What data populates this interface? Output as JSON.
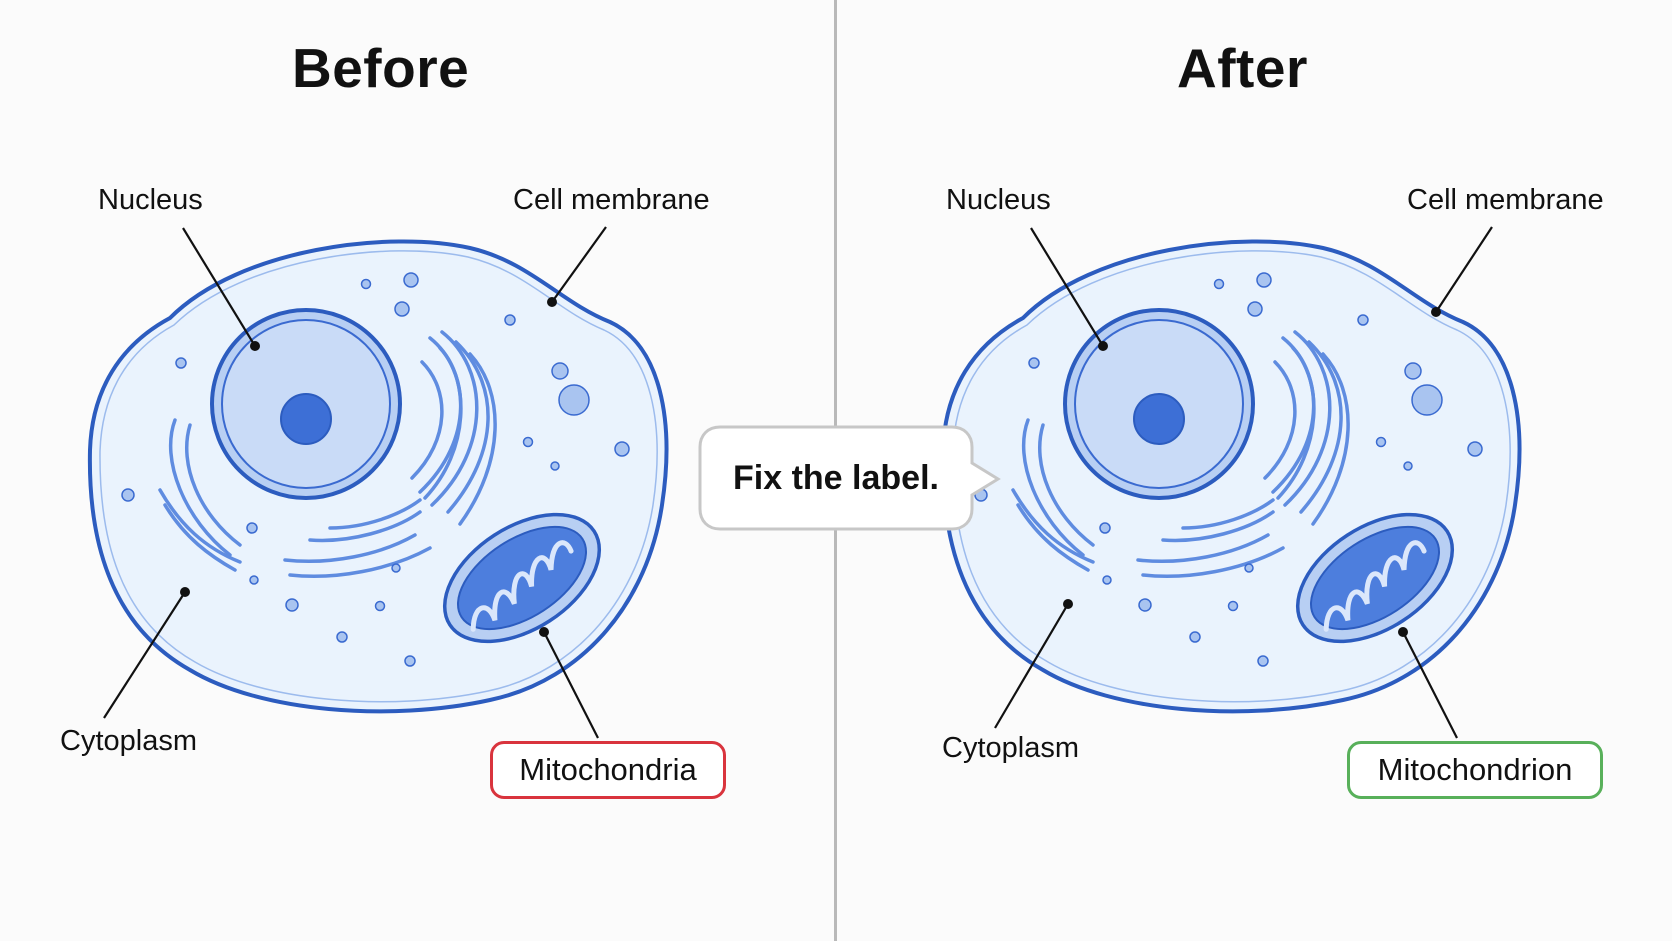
{
  "colors": {
    "cell_fill": "#eaf3fd",
    "cell_stroke": "#2c5cbf",
    "organelle_fill": "#b8cff3",
    "organelle_stroke": "#3a6ad0",
    "nucleolus": "#3d6fd6",
    "wrong_label_border": "#d9343d",
    "fixed_label_border": "#58b05a",
    "divider": "#b9b9b9"
  },
  "before": {
    "title": "Before",
    "labels": {
      "nucleus": "Nucleus",
      "membrane": "Cell membrane",
      "cytoplasm": "Cytoplasm",
      "mitochondria": "Mitochondria"
    }
  },
  "after": {
    "title": "After",
    "labels": {
      "nucleus": "Nucleus",
      "membrane": "Cell membrane",
      "cytoplasm": "Cytoplasm",
      "mitochondria": "Mitochondrion"
    }
  },
  "bubble": {
    "text": "Fix the label."
  }
}
